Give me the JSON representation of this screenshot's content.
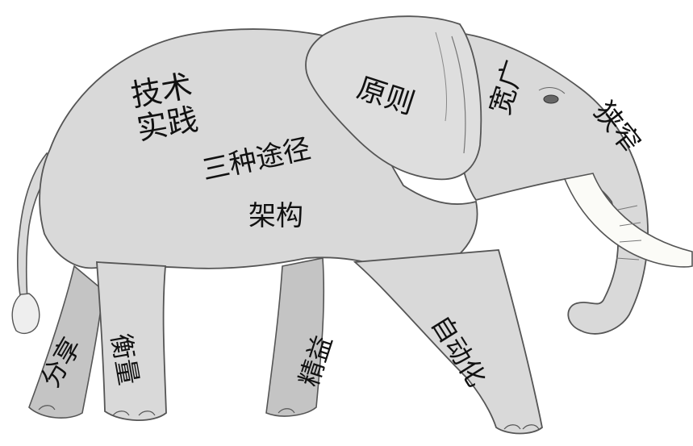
{
  "colors": {
    "body_fill": "#d9d9d9",
    "leg_fill": "#c4c4c4",
    "tusk_fill": "#fbfbf7",
    "outline": "#555555",
    "text": "#111111"
  },
  "labels": {
    "jishu": "技术",
    "shijian": "实践",
    "yuanze": "原则",
    "kuanguang": "宽广",
    "xiazhai": "狭窄",
    "sanzhong": "三种途径",
    "jiagou": "架构",
    "fenxiang": "分享",
    "hengliang": "衡量",
    "jingyi": "精益",
    "zidonghua": "自动化"
  }
}
